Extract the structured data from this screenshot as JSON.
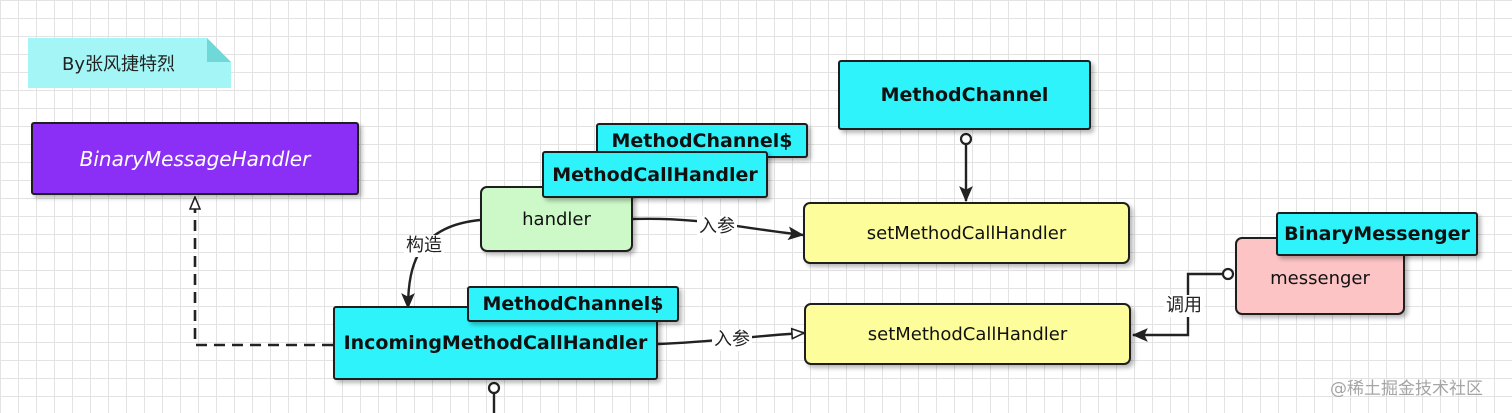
{
  "note": {
    "text": "By张风捷特烈"
  },
  "nodes": {
    "binary_message_handler": "BinaryMessageHandler",
    "method_channel": "MethodChannel",
    "method_channel_tag_top": "MethodChannel$",
    "method_call_handler_tag": "MethodCallHandler",
    "handler": "handler",
    "set_method_call_handler_top": "setMethodCallHandler",
    "binary_messenger_tag": "BinaryMessenger",
    "messenger": "messenger",
    "method_channel_tag_bottom": "MethodChannel$",
    "incoming_method_call_handler": "IncomingMethodCallHandler",
    "set_method_call_handler_bottom": "setMethodCallHandler"
  },
  "edge_labels": {
    "param_top": "入参",
    "construct": "构造",
    "call": "调用",
    "param_bottom": "入参"
  },
  "watermark": "@稀土掘金技术社区",
  "colors": {
    "cyan": "#2ff3fb",
    "purple": "#8b2ef6",
    "yellow": "#fdfd9b",
    "green": "#cdf8c8",
    "pink": "#fcc4c4",
    "note": "#a4f6f6"
  }
}
